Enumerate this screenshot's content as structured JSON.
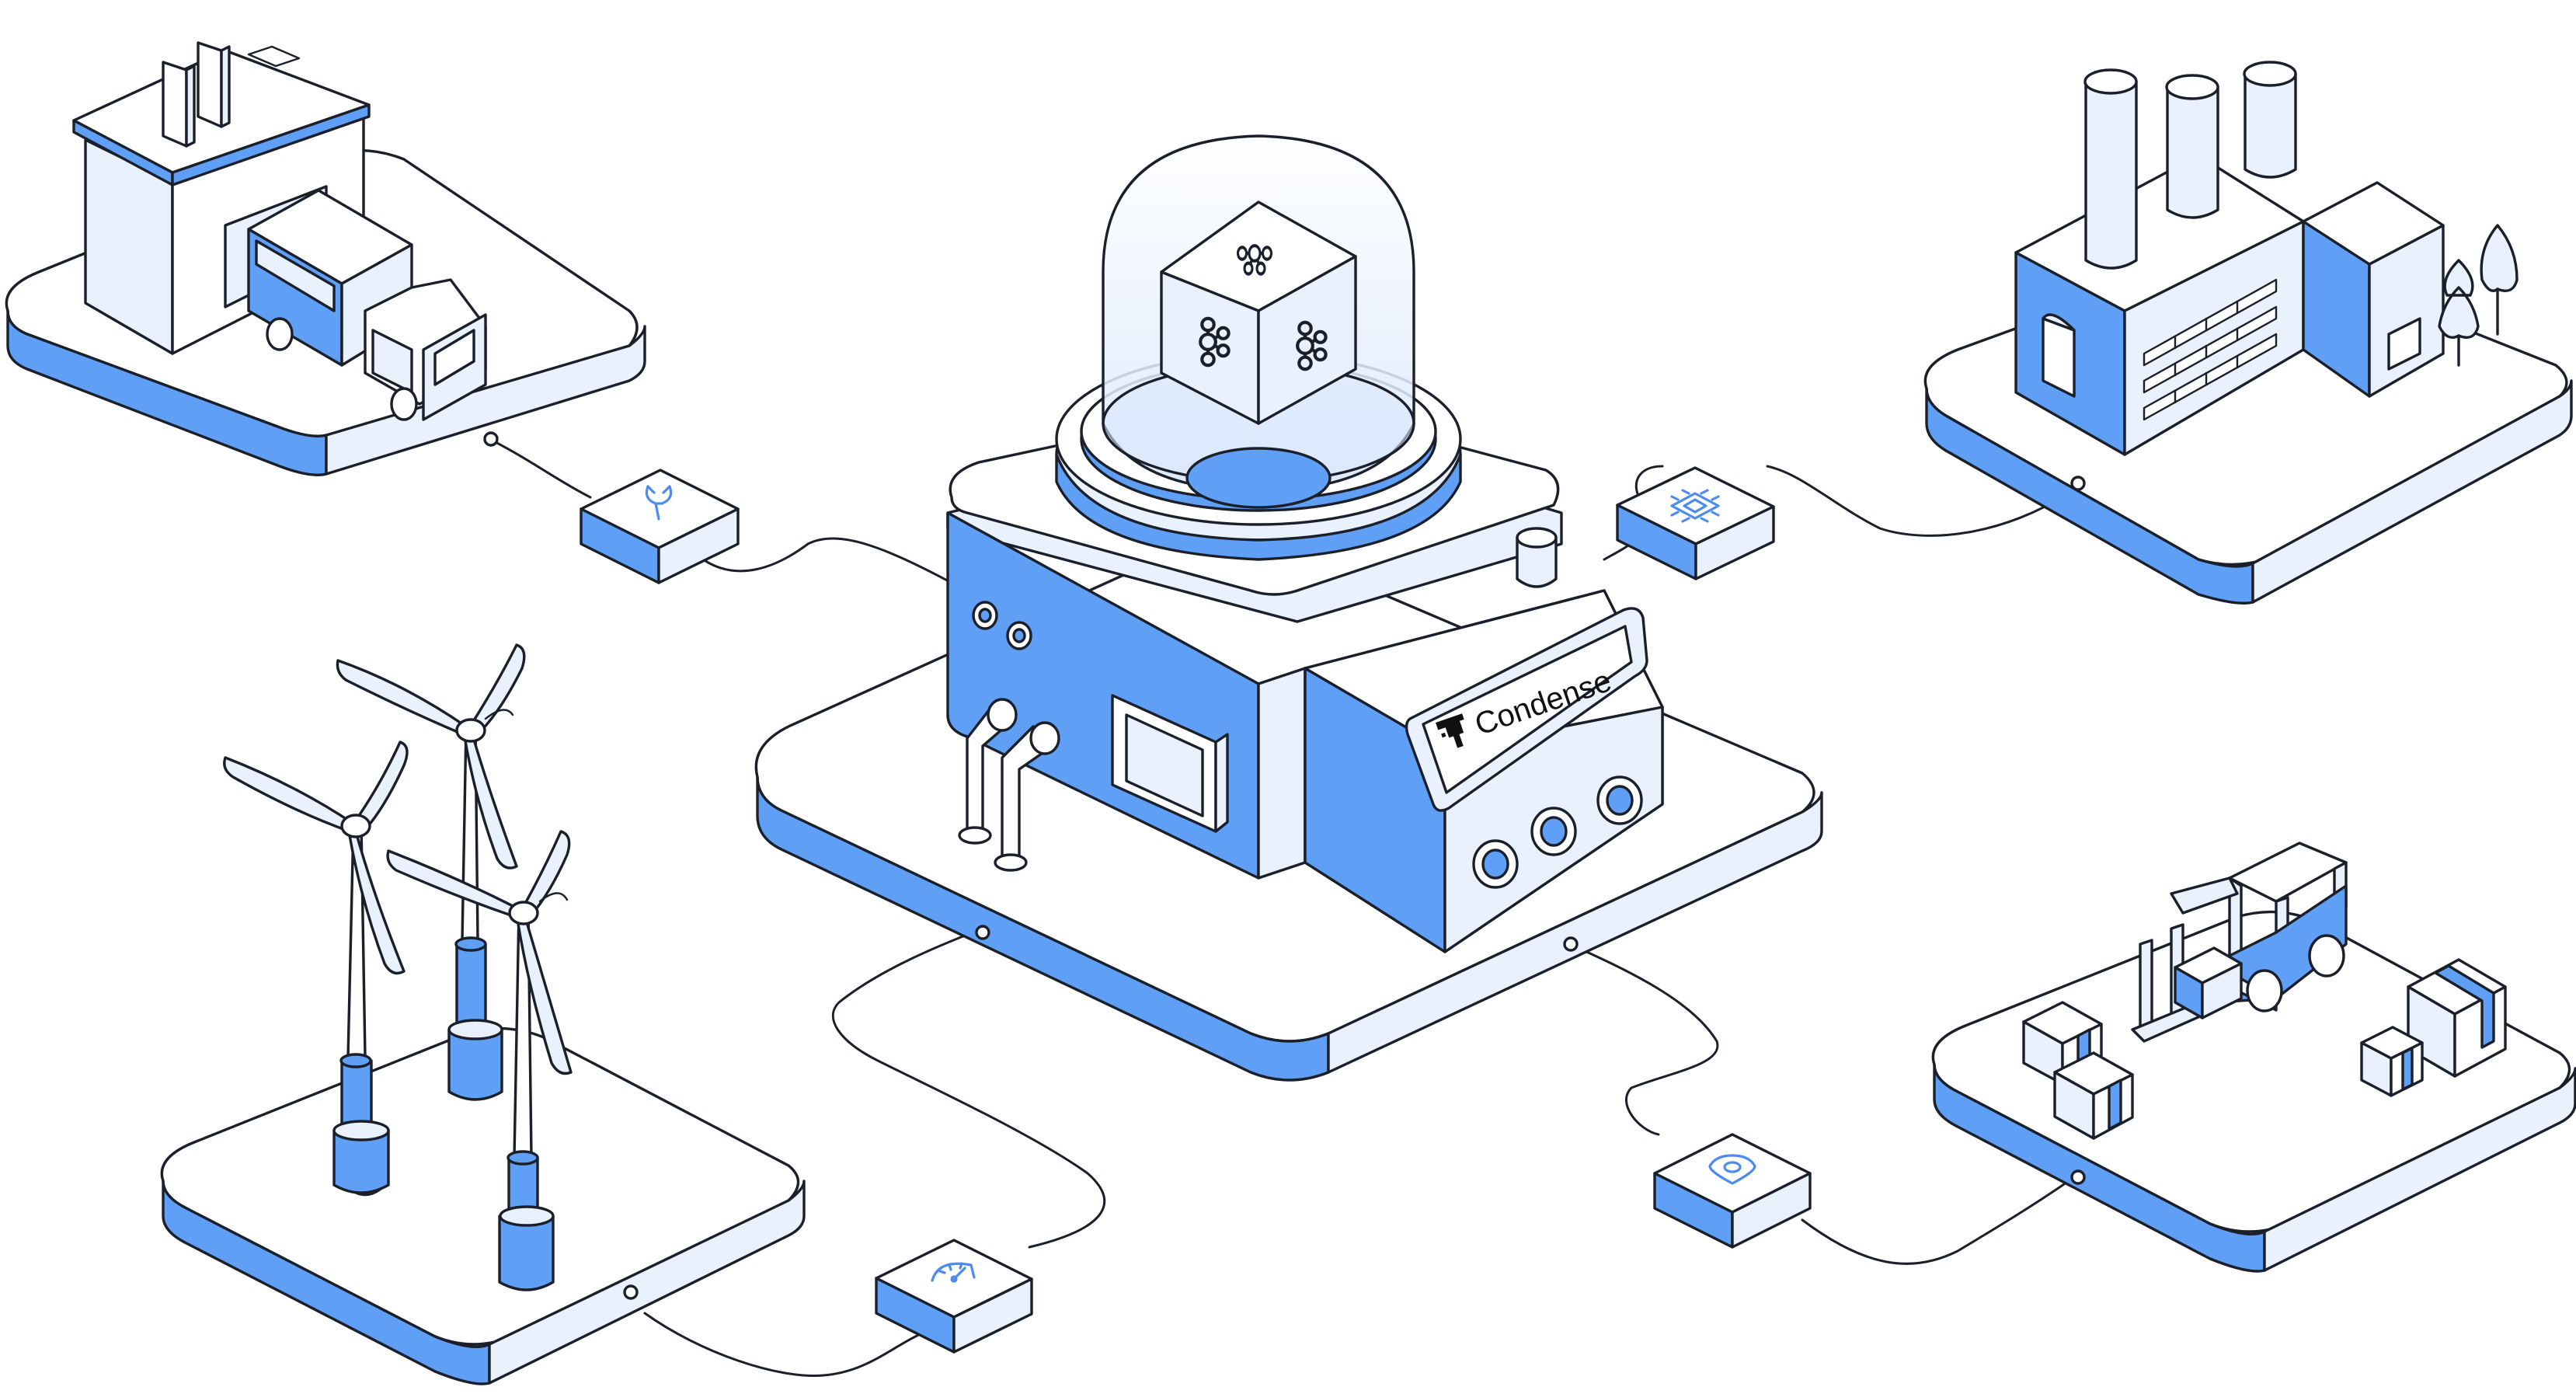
{
  "brand": {
    "name": "Condense"
  },
  "colors": {
    "line": "#1b1f2a",
    "primary": "#5f9ff5",
    "light": "#e9f1fd",
    "white": "#ffffff",
    "glass": "#eef4fe",
    "icon": "#4c8bf0"
  },
  "nodes": [
    {
      "id": "warehouse-truck",
      "icon": "wrench-icon"
    },
    {
      "id": "factory",
      "icon": "chip-icon"
    },
    {
      "id": "wind-farm",
      "icon": "gauge-icon"
    },
    {
      "id": "logistics-forklift",
      "icon": "location-pin-icon"
    }
  ],
  "central_unit": {
    "dome_content": "kafka-cube-icon"
  }
}
